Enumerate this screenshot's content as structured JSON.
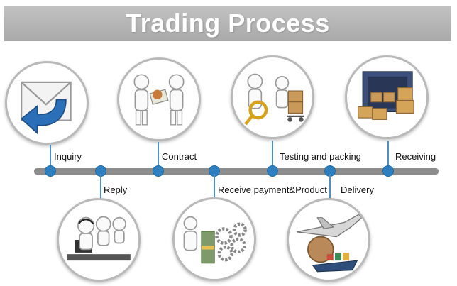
{
  "title": "Trading Process",
  "colors": {
    "banner": "#b5b5b5",
    "timeline": "#8c8c8c",
    "node": "#2d7fbf"
  },
  "stages": [
    {
      "label": "Inquiry",
      "icon": "envelope-arrow-icon"
    },
    {
      "label": "Reply",
      "icon": "call-center-icon"
    },
    {
      "label": "Contract",
      "icon": "handshake-contract-icon"
    },
    {
      "label": "Receive payment&Product",
      "icon": "money-gears-icon"
    },
    {
      "label": "Testing and packing",
      "icon": "magnifier-boxes-icon"
    },
    {
      "label": "Delivery",
      "icon": "plane-ship-globe-icon"
    },
    {
      "label": "Receiving",
      "icon": "container-boxes-icon"
    }
  ]
}
